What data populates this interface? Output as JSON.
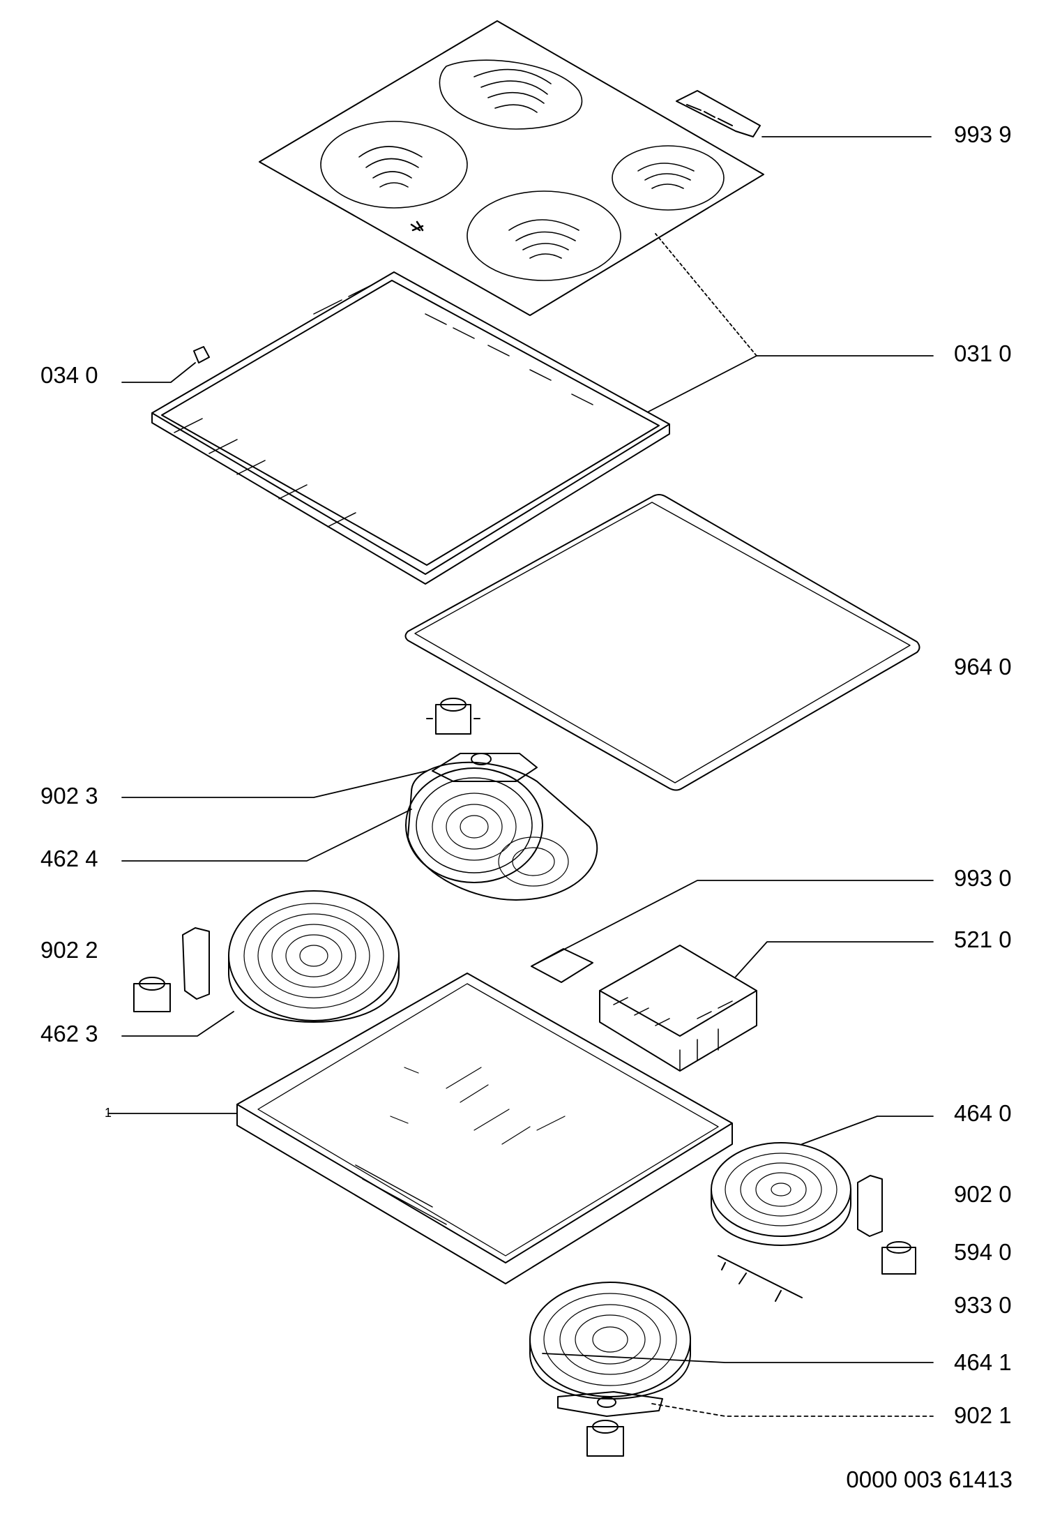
{
  "labels": {
    "p9939": "993 9",
    "p0310": "031 0",
    "p0340": "034 0",
    "p9640": "964 0",
    "p9023": "902 3",
    "p4624": "462 4",
    "p9930": "993 0",
    "p9022": "902 2",
    "p5210": "521 0",
    "p4623": "462 3",
    "p1": "1",
    "p4640": "464 0",
    "p9020": "902 0",
    "p5940": "594 0",
    "p9330": "933 0",
    "p4641": "464 1",
    "p9021": "902 1"
  },
  "drawing_number": "0000 003 61413"
}
